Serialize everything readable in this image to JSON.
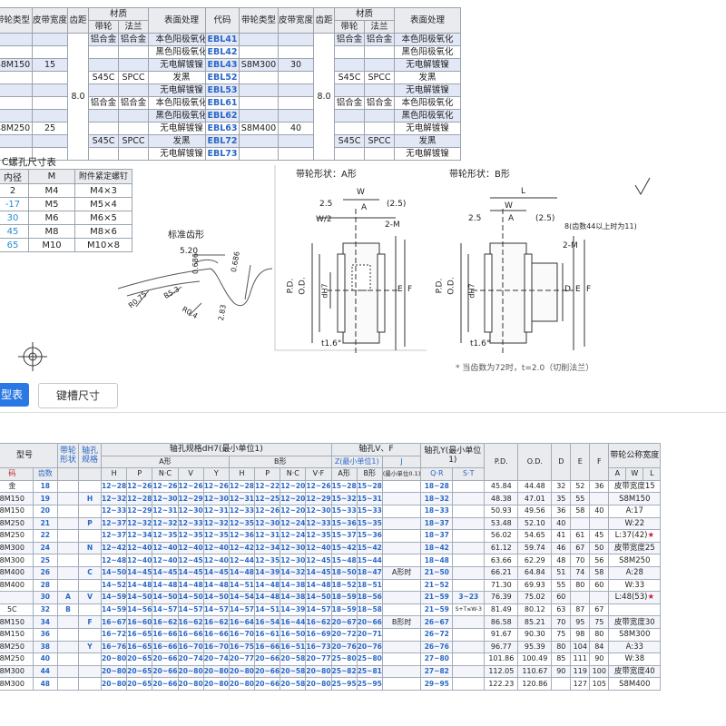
{
  "top_left": {
    "headers": [
      "带轮类型",
      "皮带宽度",
      "齿距",
      "材质",
      "表面处理"
    ],
    "material_sub": [
      "带轮",
      "法兰"
    ],
    "rows": [
      {
        "pulley": "",
        "width": "",
        "mat1": "铝合金",
        "mat2": "铝合金",
        "surface": "本色阳极氧化"
      },
      {
        "pulley": "",
        "width": "",
        "mat1": "",
        "mat2": "",
        "surface": "黑色阳极氧化"
      },
      {
        "pulley": "S8M150",
        "width": "15",
        "mat1": "",
        "mat2": "",
        "surface": "无电解镀镍"
      },
      {
        "pulley": "",
        "width": "",
        "mat1": "S45C",
        "mat2": "SPCC",
        "surface": "发黑"
      },
      {
        "pulley": "",
        "width": "",
        "mat1": "",
        "mat2": "",
        "surface": "无电解镀镍"
      },
      {
        "pulley": "",
        "width": "",
        "mat1": "铝合金",
        "mat2": "铝合金",
        "surface": "本色阳极氧化"
      },
      {
        "pulley": "",
        "width": "",
        "mat1": "",
        "mat2": "",
        "surface": "黑色阳极氧化"
      },
      {
        "pulley": "S8M250",
        "width": "25",
        "mat1": "",
        "mat2": "",
        "surface": "无电解镀镍"
      },
      {
        "pulley": "",
        "width": "",
        "mat1": "S45C",
        "mat2": "SPCC",
        "surface": "发黑"
      },
      {
        "pulley": "",
        "width": "",
        "mat1": "",
        "mat2": "",
        "surface": "无电解镀镍"
      }
    ],
    "pitch": "8.0"
  },
  "top_right": {
    "headers": [
      "代码",
      "带轮类型",
      "皮带宽度",
      "齿距",
      "材质",
      "表面处理"
    ],
    "material_sub": [
      "带轮",
      "法兰"
    ],
    "rows": [
      {
        "code": "EBL41",
        "pulley": "",
        "width": "",
        "mat1": "铝合金",
        "mat2": "铝合金",
        "surface": "本色阳极氧化"
      },
      {
        "code": "EBL42",
        "pulley": "",
        "width": "",
        "mat1": "",
        "mat2": "",
        "surface": "黑色阳极氧化"
      },
      {
        "code": "EBL43",
        "pulley": "S8M300",
        "width": "30",
        "mat1": "",
        "mat2": "",
        "surface": "无电解镀镍"
      },
      {
        "code": "EBL52",
        "pulley": "",
        "width": "",
        "mat1": "S45C",
        "mat2": "SPCC",
        "surface": "发黑"
      },
      {
        "code": "EBL53",
        "pulley": "",
        "width": "",
        "mat1": "",
        "mat2": "",
        "surface": "无电解镀镍"
      },
      {
        "code": "EBL61",
        "pulley": "",
        "width": "",
        "mat1": "铝合金",
        "mat2": "铝合金",
        "surface": "本色阳极氧化"
      },
      {
        "code": "EBL62",
        "pulley": "",
        "width": "",
        "mat1": "",
        "mat2": "",
        "surface": "黑色阳极氧化"
      },
      {
        "code": "EBL63",
        "pulley": "S8M400",
        "width": "40",
        "mat1": "",
        "mat2": "",
        "surface": "无电解镀镍"
      },
      {
        "code": "EBL72",
        "pulley": "",
        "width": "",
        "mat1": "S45C",
        "mat2": "SPCC",
        "surface": "发黑"
      },
      {
        "code": "EBL73",
        "pulley": "",
        "width": "",
        "mat1": "",
        "mat2": "",
        "surface": "无电解镀镍"
      }
    ],
    "pitch": "8.0"
  },
  "screw_table": {
    "title": "C螺孔尺寸表",
    "headers": [
      "内径",
      "M",
      "附件紧定螺钉"
    ],
    "rows": [
      [
        "2",
        "M4",
        "M4×3"
      ],
      [
        "-17",
        "M5",
        "M5×4"
      ],
      [
        "30",
        "M6",
        "M6×5"
      ],
      [
        "45",
        "M8",
        "M8×6"
      ],
      [
        "65",
        "M10",
        "M10×8"
      ]
    ]
  },
  "diagrams": {
    "tooth_title": "标准齿形",
    "tooth_dims": [
      "5.20",
      "0.686",
      "R0.75",
      "R5.3",
      "R0.4",
      "2.83",
      "0.686"
    ],
    "a_title": "带轮形状：A形",
    "b_title": "带轮形状：B形",
    "a_dims": [
      "W",
      "2.5",
      "A",
      "(2.5)",
      "W/2",
      "2-M",
      "P.D.",
      "O.D.",
      "dH7",
      "E",
      "F",
      "t1.6°"
    ],
    "b_dims": [
      "L",
      "W",
      "2.5",
      "A",
      "(2.5)",
      "8(齿数44以上时为11)",
      "2-M",
      "P.D.",
      "O.D.",
      "dH7",
      "D",
      "E",
      "F",
      "t1.6°"
    ],
    "footnote": "* 当齿数为72时，t=2.0（切削法兰）"
  },
  "tabs": {
    "active": "型表",
    "keyway": "键槽尺寸"
  },
  "main_table": {
    "h_type": "型号",
    "h_shape": "带轮形状",
    "h_bore_spec": "轴孔规格",
    "h_bore": "轴孔规格dH7(最小单位1)",
    "h_bore_a": "A形",
    "h_bore_b": "B形",
    "h_bore_vf": "轴孔V、F",
    "h_bore_z": "Z(最小单位1)",
    "h_bore_y": "轴孔Y(最小单位1)",
    "h_pd": "P.D.",
    "h_od": "O.D.",
    "h_d": "D",
    "h_e": "E",
    "h_f": "F",
    "h_width": "带轮公称宽度",
    "h_code": "码",
    "h_teeth": "齿数",
    "sub_a": [
      "H",
      "P",
      "N·C",
      "V",
      "Y"
    ],
    "sub_b": [
      "H",
      "P",
      "N·C",
      "V·F"
    ],
    "sub_z": [
      "A形",
      "B形"
    ],
    "sub_j": "J",
    "sub_j_note": "(最小单位0.1)",
    "sub_y": [
      "Q·R",
      "S·T"
    ],
    "sub_w": [
      "A",
      "W",
      "L"
    ],
    "left_labels": [
      "金",
      "8M150",
      "8M150",
      "8M250",
      "8M250",
      "8M300",
      "8M300",
      "8M400",
      "8M400",
      "",
      "5C",
      "8M150",
      "8M150",
      "8M250",
      "8M250",
      "8M300",
      "8M300",
      "8M400"
    ],
    "spec_letters": [
      "H",
      "P",
      "N",
      "C",
      "V",
      "F",
      "Y"
    ],
    "shape_letters": [
      "A",
      "B"
    ],
    "rows": [
      {
        "t": "18",
        "a": [
          "12~28",
          "12~26",
          "12~26",
          "12~26",
          "12~26"
        ],
        "b": [
          "12~28",
          "12~22",
          "12~20",
          "12~26"
        ],
        "z": [
          "15~28",
          "15~28"
        ],
        "j": "",
        "y": "18~28",
        "pd": "45.84",
        "od": "44.48",
        "d": "32",
        "e": "52",
        "f": "36"
      },
      {
        "t": "19",
        "a": [
          "12~32",
          "12~28",
          "12~30",
          "12~29",
          "12~30"
        ],
        "b": [
          "12~31",
          "12~25",
          "12~20",
          "12~29"
        ],
        "z": [
          "15~32",
          "15~31"
        ],
        "j": "",
        "y": "18~32",
        "pd": "48.38",
        "od": "47.01",
        "d": "35",
        "e": "55",
        "f": ""
      },
      {
        "t": "20",
        "a": [
          "12~33",
          "12~29",
          "12~31",
          "12~30",
          "12~31"
        ],
        "b": [
          "12~33",
          "12~26",
          "12~20",
          "12~30"
        ],
        "z": [
          "15~33",
          "15~33"
        ],
        "j": "",
        "y": "18~33",
        "pd": "50.93",
        "od": "49.56",
        "d": "36",
        "e": "58",
        "f": "40"
      },
      {
        "t": "21",
        "a": [
          "12~37",
          "12~32",
          "12~32",
          "12~33",
          "12~32"
        ],
        "b": [
          "12~35",
          "12~30",
          "12~24",
          "12~33"
        ],
        "z": [
          "15~36",
          "15~35"
        ],
        "j": "",
        "y": "18~37",
        "pd": "53.48",
        "od": "52.10",
        "d": "40",
        "e": "",
        "f": ""
      },
      {
        "t": "22",
        "a": [
          "12~37",
          "12~34",
          "12~35",
          "12~35",
          "12~35"
        ],
        "b": [
          "12~36",
          "12~31",
          "12~24",
          "12~35"
        ],
        "z": [
          "15~37",
          "15~36"
        ],
        "j": "",
        "y": "18~37",
        "pd": "56.02",
        "od": "54.65",
        "d": "41",
        "e": "61",
        "f": "45"
      },
      {
        "t": "24",
        "a": [
          "12~42",
          "12~40",
          "12~40",
          "12~40",
          "12~40"
        ],
        "b": [
          "12~42",
          "12~34",
          "12~30",
          "12~40"
        ],
        "z": [
          "15~42",
          "15~42"
        ],
        "j": "",
        "y": "18~42",
        "pd": "61.12",
        "od": "59.74",
        "d": "46",
        "e": "67",
        "f": "50"
      },
      {
        "t": "25",
        "a": [
          "12~48",
          "12~40",
          "12~40",
          "12~45",
          "12~40"
        ],
        "b": [
          "12~44",
          "12~35",
          "12~30",
          "12~45"
        ],
        "z": [
          "15~48",
          "15~44"
        ],
        "j": "",
        "y": "18~48",
        "pd": "63.66",
        "od": "62.29",
        "d": "48",
        "e": "70",
        "f": "56"
      },
      {
        "t": "26",
        "a": [
          "14~50",
          "14~45",
          "14~45",
          "14~45",
          "14~45"
        ],
        "b": [
          "14~48",
          "14~39",
          "14~32",
          "14~45"
        ],
        "z": [
          "18~50",
          "18~47"
        ],
        "j": "A形时",
        "y": "21~50",
        "pd": "66.21",
        "od": "64.84",
        "d": "51",
        "e": "74",
        "f": "58"
      },
      {
        "t": "28",
        "a": [
          "14~52",
          "14~48",
          "14~48",
          "14~48",
          "14~48"
        ],
        "b": [
          "14~51",
          "14~48",
          "14~38",
          "14~48"
        ],
        "z": [
          "18~52",
          "18~51"
        ],
        "j": "",
        "y": "21~52",
        "pd": "71.30",
        "od": "69.93",
        "d": "55",
        "e": "80",
        "f": "60"
      },
      {
        "t": "30",
        "a": [
          "14~59",
          "14~50",
          "14~50",
          "14~50",
          "14~50"
        ],
        "b": [
          "14~54",
          "14~48",
          "14~38",
          "14~50"
        ],
        "z": [
          "18~59",
          "18~56"
        ],
        "j": "",
        "y": "21~59",
        "pd": "76.39",
        "od": "75.02",
        "d": "60",
        "e": "",
        "f": ""
      },
      {
        "t": "32",
        "a": [
          "14~59",
          "14~56",
          "14~57",
          "14~57",
          "14~57"
        ],
        "b": [
          "14~57",
          "14~51",
          "14~39",
          "14~57"
        ],
        "z": [
          "18~59",
          "18~58"
        ],
        "j": "",
        "y": "21~59",
        "pd": "81.49",
        "od": "80.12",
        "d": "63",
        "e": "87",
        "f": "67"
      },
      {
        "t": "34",
        "a": [
          "16~67",
          "16~60",
          "16~62",
          "16~62",
          "16~62"
        ],
        "b": [
          "16~64",
          "16~54",
          "16~44",
          "16~62"
        ],
        "z": [
          "20~67",
          "20~66"
        ],
        "j": "B形时",
        "y": "26~67",
        "pd": "86.58",
        "od": "85.21",
        "d": "70",
        "e": "95",
        "f": "75"
      },
      {
        "t": "36",
        "a": [
          "16~72",
          "16~65",
          "16~66",
          "16~66",
          "16~66"
        ],
        "b": [
          "16~70",
          "16~61",
          "16~50",
          "16~69"
        ],
        "z": [
          "20~72",
          "20~71"
        ],
        "j": "",
        "y": "26~72",
        "pd": "91.67",
        "od": "90.30",
        "d": "75",
        "e": "98",
        "f": "80"
      },
      {
        "t": "38",
        "a": [
          "16~76",
          "16~65",
          "16~66",
          "16~70",
          "16~70"
        ],
        "b": [
          "16~75",
          "16~66",
          "16~51",
          "16~73"
        ],
        "z": [
          "20~76",
          "20~76"
        ],
        "j": "",
        "y": "26~76",
        "pd": "96.77",
        "od": "95.39",
        "d": "80",
        "e": "104",
        "f": "84"
      },
      {
        "t": "40",
        "a": [
          "20~80",
          "20~65",
          "20~66",
          "20~74",
          "20~74"
        ],
        "b": [
          "20~77",
          "20~66",
          "20~58",
          "20~77"
        ],
        "z": [
          "25~80",
          "25~80"
        ],
        "j": "",
        "y": "27~80",
        "pd": "101.86",
        "od": "100.49",
        "d": "85",
        "e": "111",
        "f": "90"
      },
      {
        "t": "44",
        "a": [
          "20~80",
          "20~65",
          "20~66",
          "20~80",
          "20~80"
        ],
        "b": [
          "20~80",
          "20~66",
          "20~58",
          "20~80"
        ],
        "z": [
          "25~82",
          "25~81"
        ],
        "j": "",
        "y": "27~82",
        "pd": "112.05",
        "od": "110.67",
        "d": "90",
        "e": "119",
        "f": "100"
      },
      {
        "t": "48",
        "a": [
          "20~80",
          "20~65",
          "20~66",
          "20~80",
          "20~80"
        ],
        "b": [
          "20~80",
          "20~66",
          "20~58",
          "20~80"
        ],
        "z": [
          "25~95",
          "25~95"
        ],
        "j": "",
        "y": "29~95",
        "pd": "122.23",
        "od": "120.86",
        "d": "",
        "e": "127",
        "f": "105"
      }
    ],
    "stst": "3~23",
    "stst_note": "S+T≤W-3",
    "width_groups": [
      {
        "title": "皮带宽度15",
        "type": "S8M150",
        "a": "A:17",
        "w": "W:22",
        "l": "L:37(42)",
        "star": "★"
      },
      {
        "title": "皮带宽度25",
        "type": "S8M250",
        "a": "A:28",
        "w": "W:33",
        "l": "L:48(53)",
        "star": "★"
      },
      {
        "title": "皮带宽度30",
        "type": "S8M300",
        "a": "A:33",
        "w": "W:38",
        "l": "L:53(58)",
        "star": "★"
      },
      {
        "title": "皮带宽度40",
        "type": "S8M400",
        "a": "A:44",
        "w": "",
        "l": "",
        "star": ""
      }
    ]
  },
  "colors": {
    "accent": "#2a78e4",
    "code_blue": "#2a67c7",
    "row_lavender": "#e3e8f6",
    "header_gray": "#e9ebee"
  }
}
